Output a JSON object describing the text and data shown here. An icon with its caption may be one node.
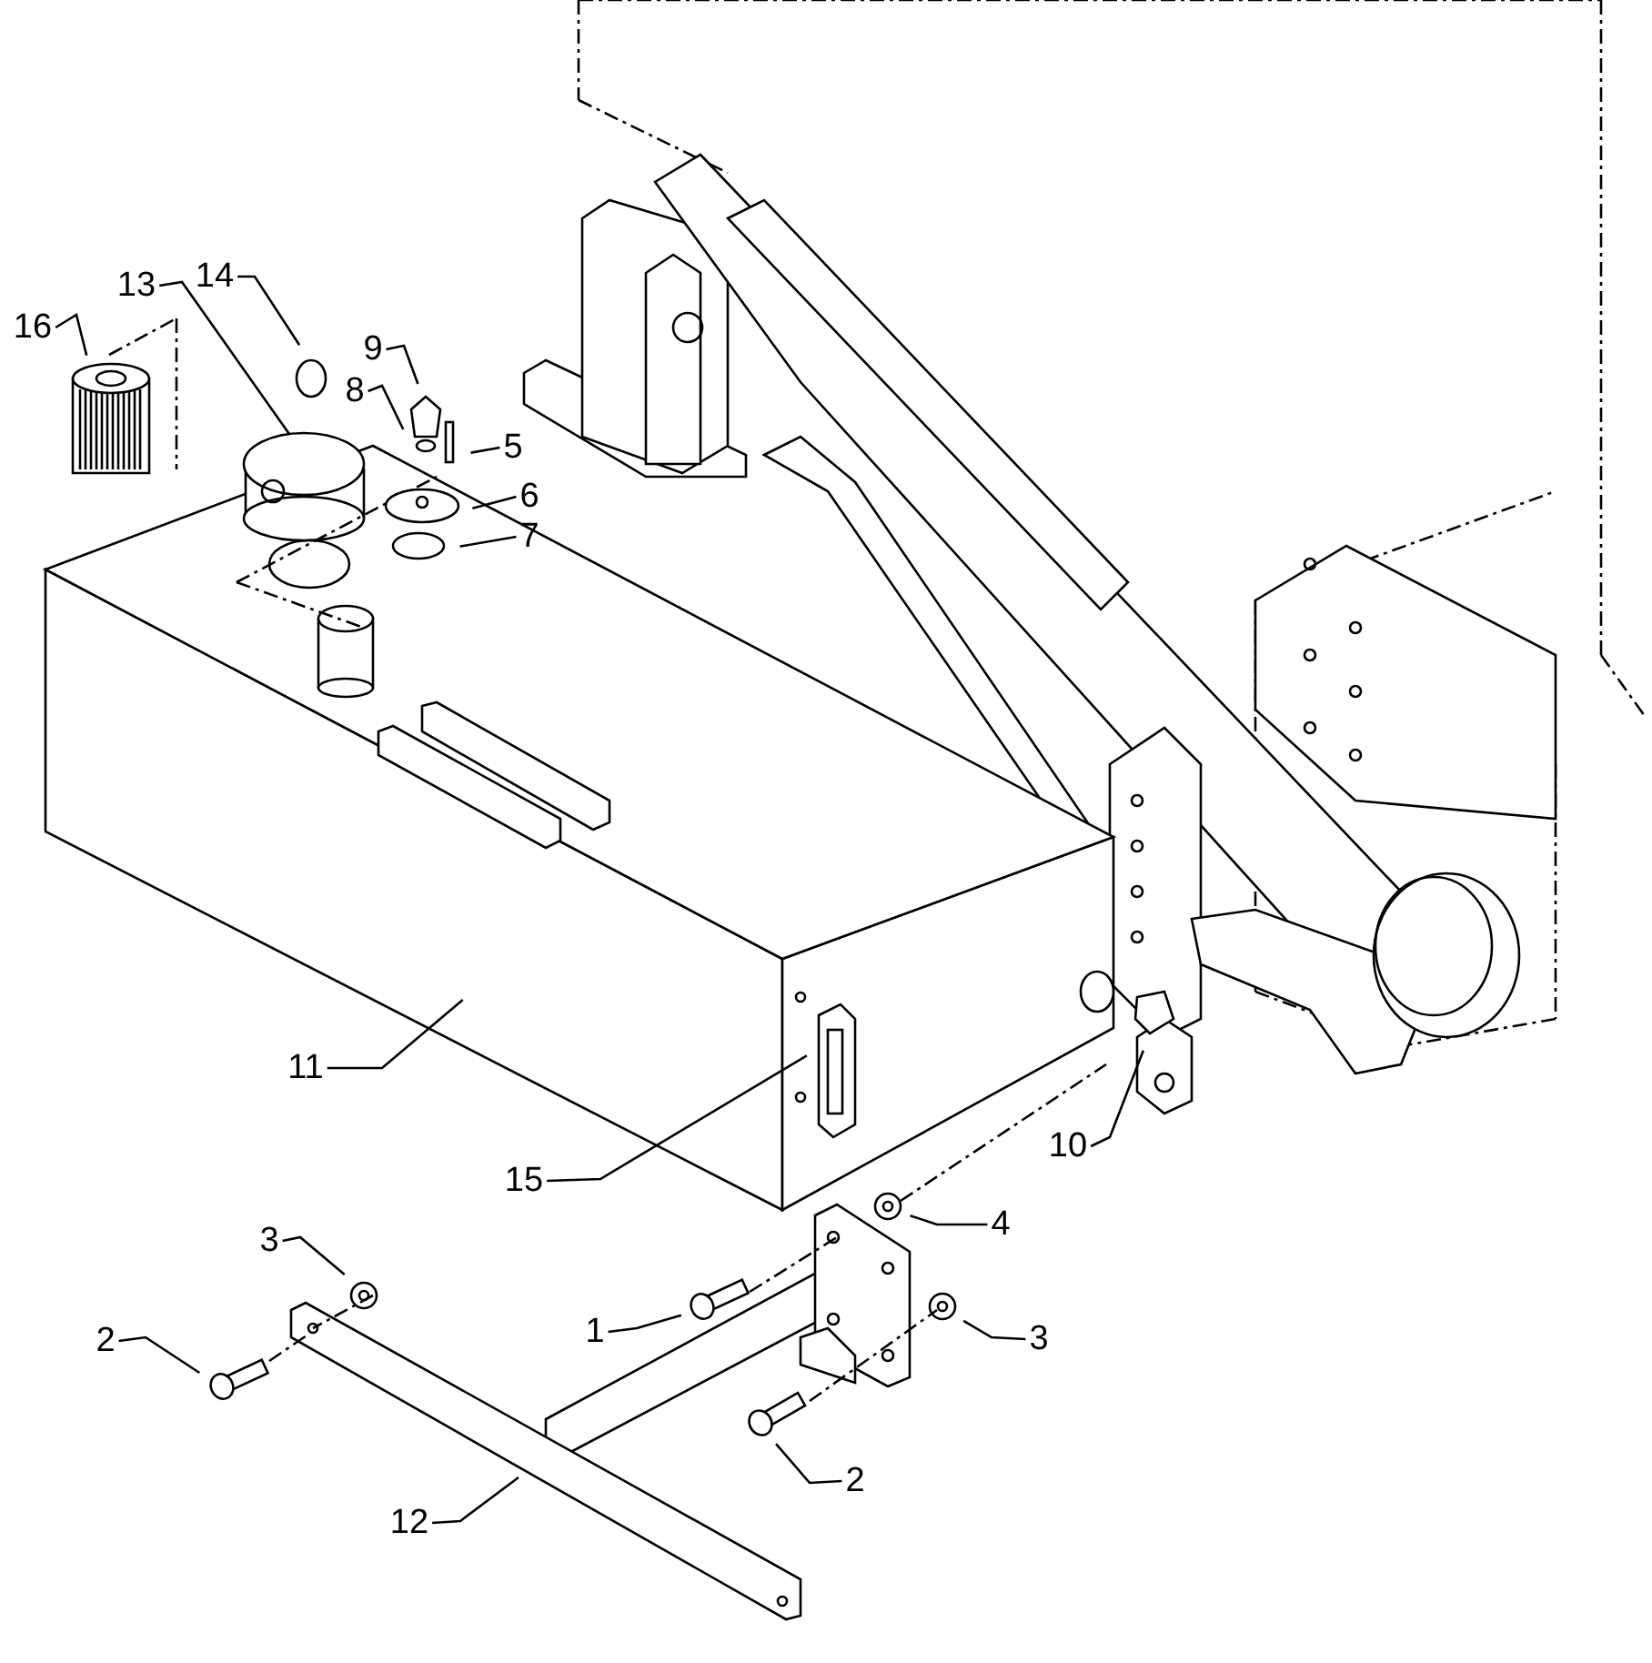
{
  "diagram": {
    "nodes": [
      {
        "text": [
          "16"
        ]
      },
      {
        "text": [
          "13"
        ]
      },
      {
        "text": [
          "14"
        ]
      },
      {
        "text": [
          "9"
        ]
      },
      {
        "text": [
          "8"
        ]
      },
      {
        "text": [
          "5"
        ]
      },
      {
        "text": [
          "6"
        ]
      },
      {
        "text": [
          "7"
        ]
      },
      {
        "text": [
          "11"
        ]
      },
      {
        "text": [
          "15"
        ]
      },
      {
        "text": [
          "10"
        ]
      },
      {
        "text": [
          "4"
        ]
      },
      {
        "text": [
          "3"
        ]
      },
      {
        "text": [
          "2"
        ]
      },
      {
        "text": [
          "1"
        ]
      },
      {
        "text": [
          "3"
        ]
      },
      {
        "text": [
          "2"
        ]
      },
      {
        "text": [
          "12"
        ]
      }
    ],
    "edges": [
      {
        "from": 0,
        "to": null,
        "arrow": "none"
      },
      {
        "from": 1,
        "to": null,
        "arrow": "none"
      },
      {
        "from": 2,
        "to": null,
        "arrow": "none"
      },
      {
        "from": 3,
        "to": null,
        "arrow": "none"
      },
      {
        "from": 4,
        "to": null,
        "arrow": "none"
      },
      {
        "from": 5,
        "to": null,
        "arrow": "none"
      },
      {
        "from": 6,
        "to": null,
        "arrow": "none"
      },
      {
        "from": 7,
        "to": null,
        "arrow": "none"
      },
      {
        "from": 8,
        "to": null,
        "arrow": "none"
      },
      {
        "from": 9,
        "to": null,
        "arrow": "none"
      },
      {
        "from": 10,
        "to": null,
        "arrow": "none"
      },
      {
        "from": 11,
        "to": null,
        "arrow": "none"
      },
      {
        "from": 12,
        "to": null,
        "arrow": "none"
      },
      {
        "from": 13,
        "to": null,
        "arrow": "none"
      },
      {
        "from": 14,
        "to": null,
        "arrow": "none"
      },
      {
        "from": 15,
        "to": null,
        "arrow": "none"
      },
      {
        "from": 16,
        "to": null,
        "arrow": "none"
      },
      {
        "from": 17,
        "to": null,
        "arrow": "none"
      }
    ]
  }
}
